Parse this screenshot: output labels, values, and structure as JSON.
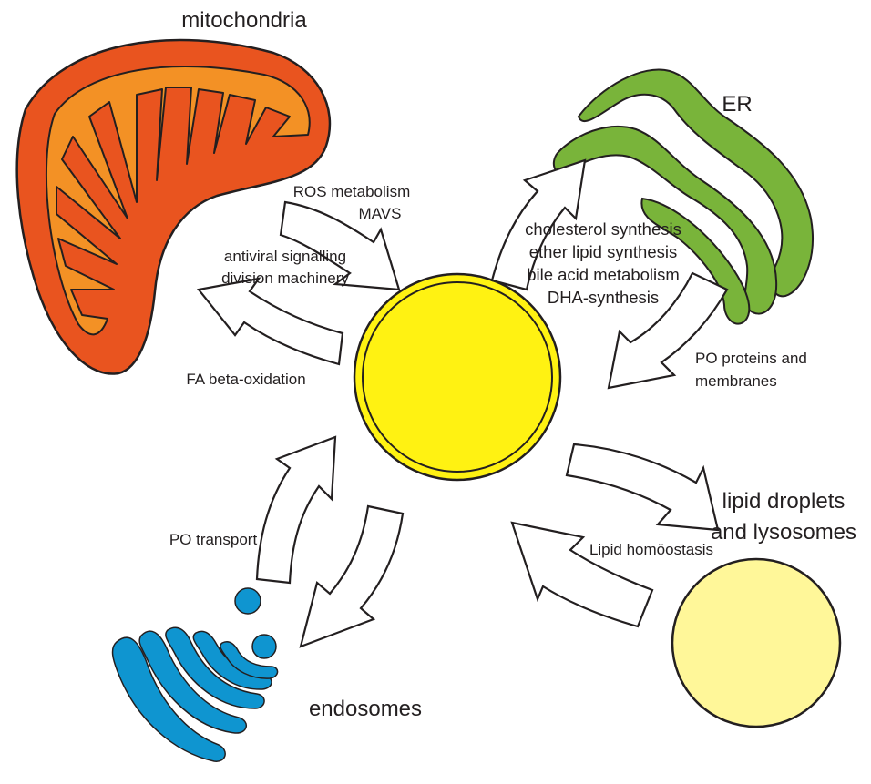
{
  "organelles": {
    "mitochondria": "mitochondria",
    "er": "ER",
    "lipid_lysosome": [
      "lipid droplets",
      "and lysosomes"
    ],
    "endosomes": "endosomes"
  },
  "mito_to_po": [
    "ROS metabolism",
    "MAVS"
  ],
  "mito_signalling": [
    "antiviral signalling",
    "division machinery"
  ],
  "po_to_mito": "FA beta-oxidation",
  "po_to_er": [
    "cholesterol synthesis",
    "ether lipid synthesis",
    "bile acid metabolism",
    "DHA-synthesis"
  ],
  "er_to_po": [
    "PO proteins and",
    "membranes"
  ],
  "lipid_exchange": "Lipid homöostasis",
  "endosome_to_po": "PO transport",
  "colors": {
    "peroxisome_fill": "#fff212",
    "peroxisome_ring": "#cdb30b",
    "mito_outer": "#e9541f",
    "mito_inner": "#f39125",
    "er": "#79b43a",
    "endosome": "#0f95d0",
    "lysosome_fill": "#fff799",
    "arrow_fill": "#ffffff",
    "outline": "#231f20"
  }
}
